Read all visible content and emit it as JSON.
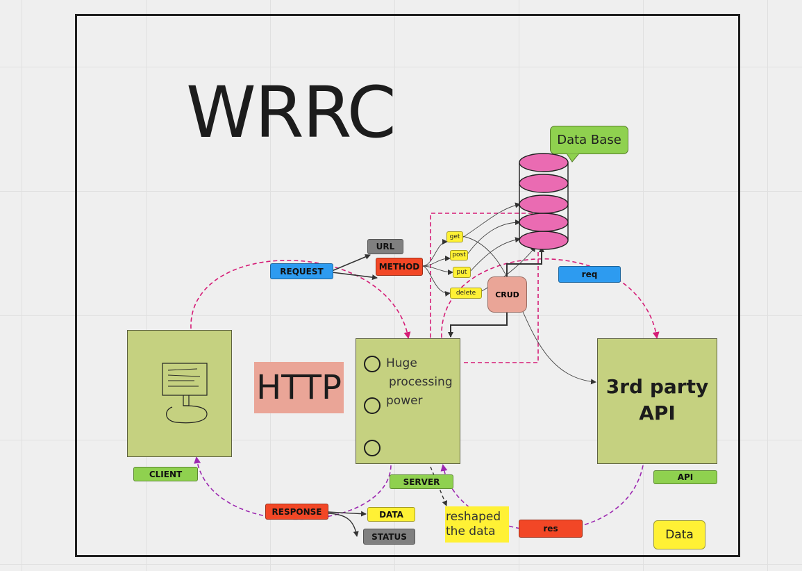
{
  "title": "WRRC",
  "http_label": "HTTP",
  "server": {
    "text_lines": [
      "Huge",
      "processing",
      "power"
    ]
  },
  "third_party": {
    "line1": "3rd party",
    "line2": "API"
  },
  "reshaped": {
    "line1": "reshaped",
    "line2": "the data"
  },
  "tags": {
    "database": "Data Base",
    "url": "URL",
    "request": "REQUEST",
    "method": "METHOD",
    "get": "get",
    "post": "post",
    "put": "put",
    "delete": "delete",
    "crud": "CRUD",
    "req": "req",
    "client": "CLIENT",
    "server": "SERVER",
    "api": "API",
    "response": "RESPONSE",
    "data": "DATA",
    "status": "STATUS",
    "res": "res",
    "data_note": "Data"
  },
  "colors": {
    "box_green": "#c5d180",
    "note_green": "#8fd14f",
    "note_gray": "#808080",
    "note_blue": "#2d9bf0",
    "note_red": "#f24726",
    "note_yellow": "#fff135",
    "crud_salmon": "#eaa597",
    "db_pink": "#ea6bb2",
    "dashed_crimson": "#d51c76",
    "dashed_purple": "#9c27b0"
  }
}
